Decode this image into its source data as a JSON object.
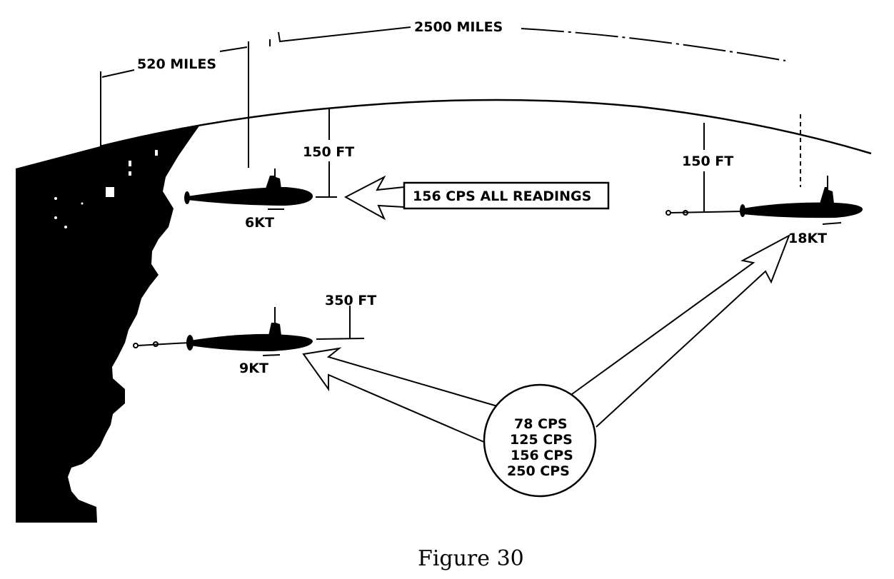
{
  "figure": {
    "caption": "Figure 30",
    "distances": {
      "short_span": "520 MILES",
      "long_span": "2500 MILES"
    },
    "callout_box": "156 CPS ALL READINGS",
    "frequencies": [
      "78 CPS",
      "125 CPS",
      "156 CPS",
      "250 CPS"
    ],
    "submarines": [
      {
        "name": "near-sub",
        "speed": "6KT",
        "depth": "150 FT"
      },
      {
        "name": "deep-sub",
        "speed": "9KT",
        "depth": "350 FT"
      },
      {
        "name": "far-sub",
        "speed": "18KT",
        "depth": "150 FT"
      }
    ],
    "colors": {
      "ink": "#000000",
      "paper": "#ffffff"
    }
  }
}
